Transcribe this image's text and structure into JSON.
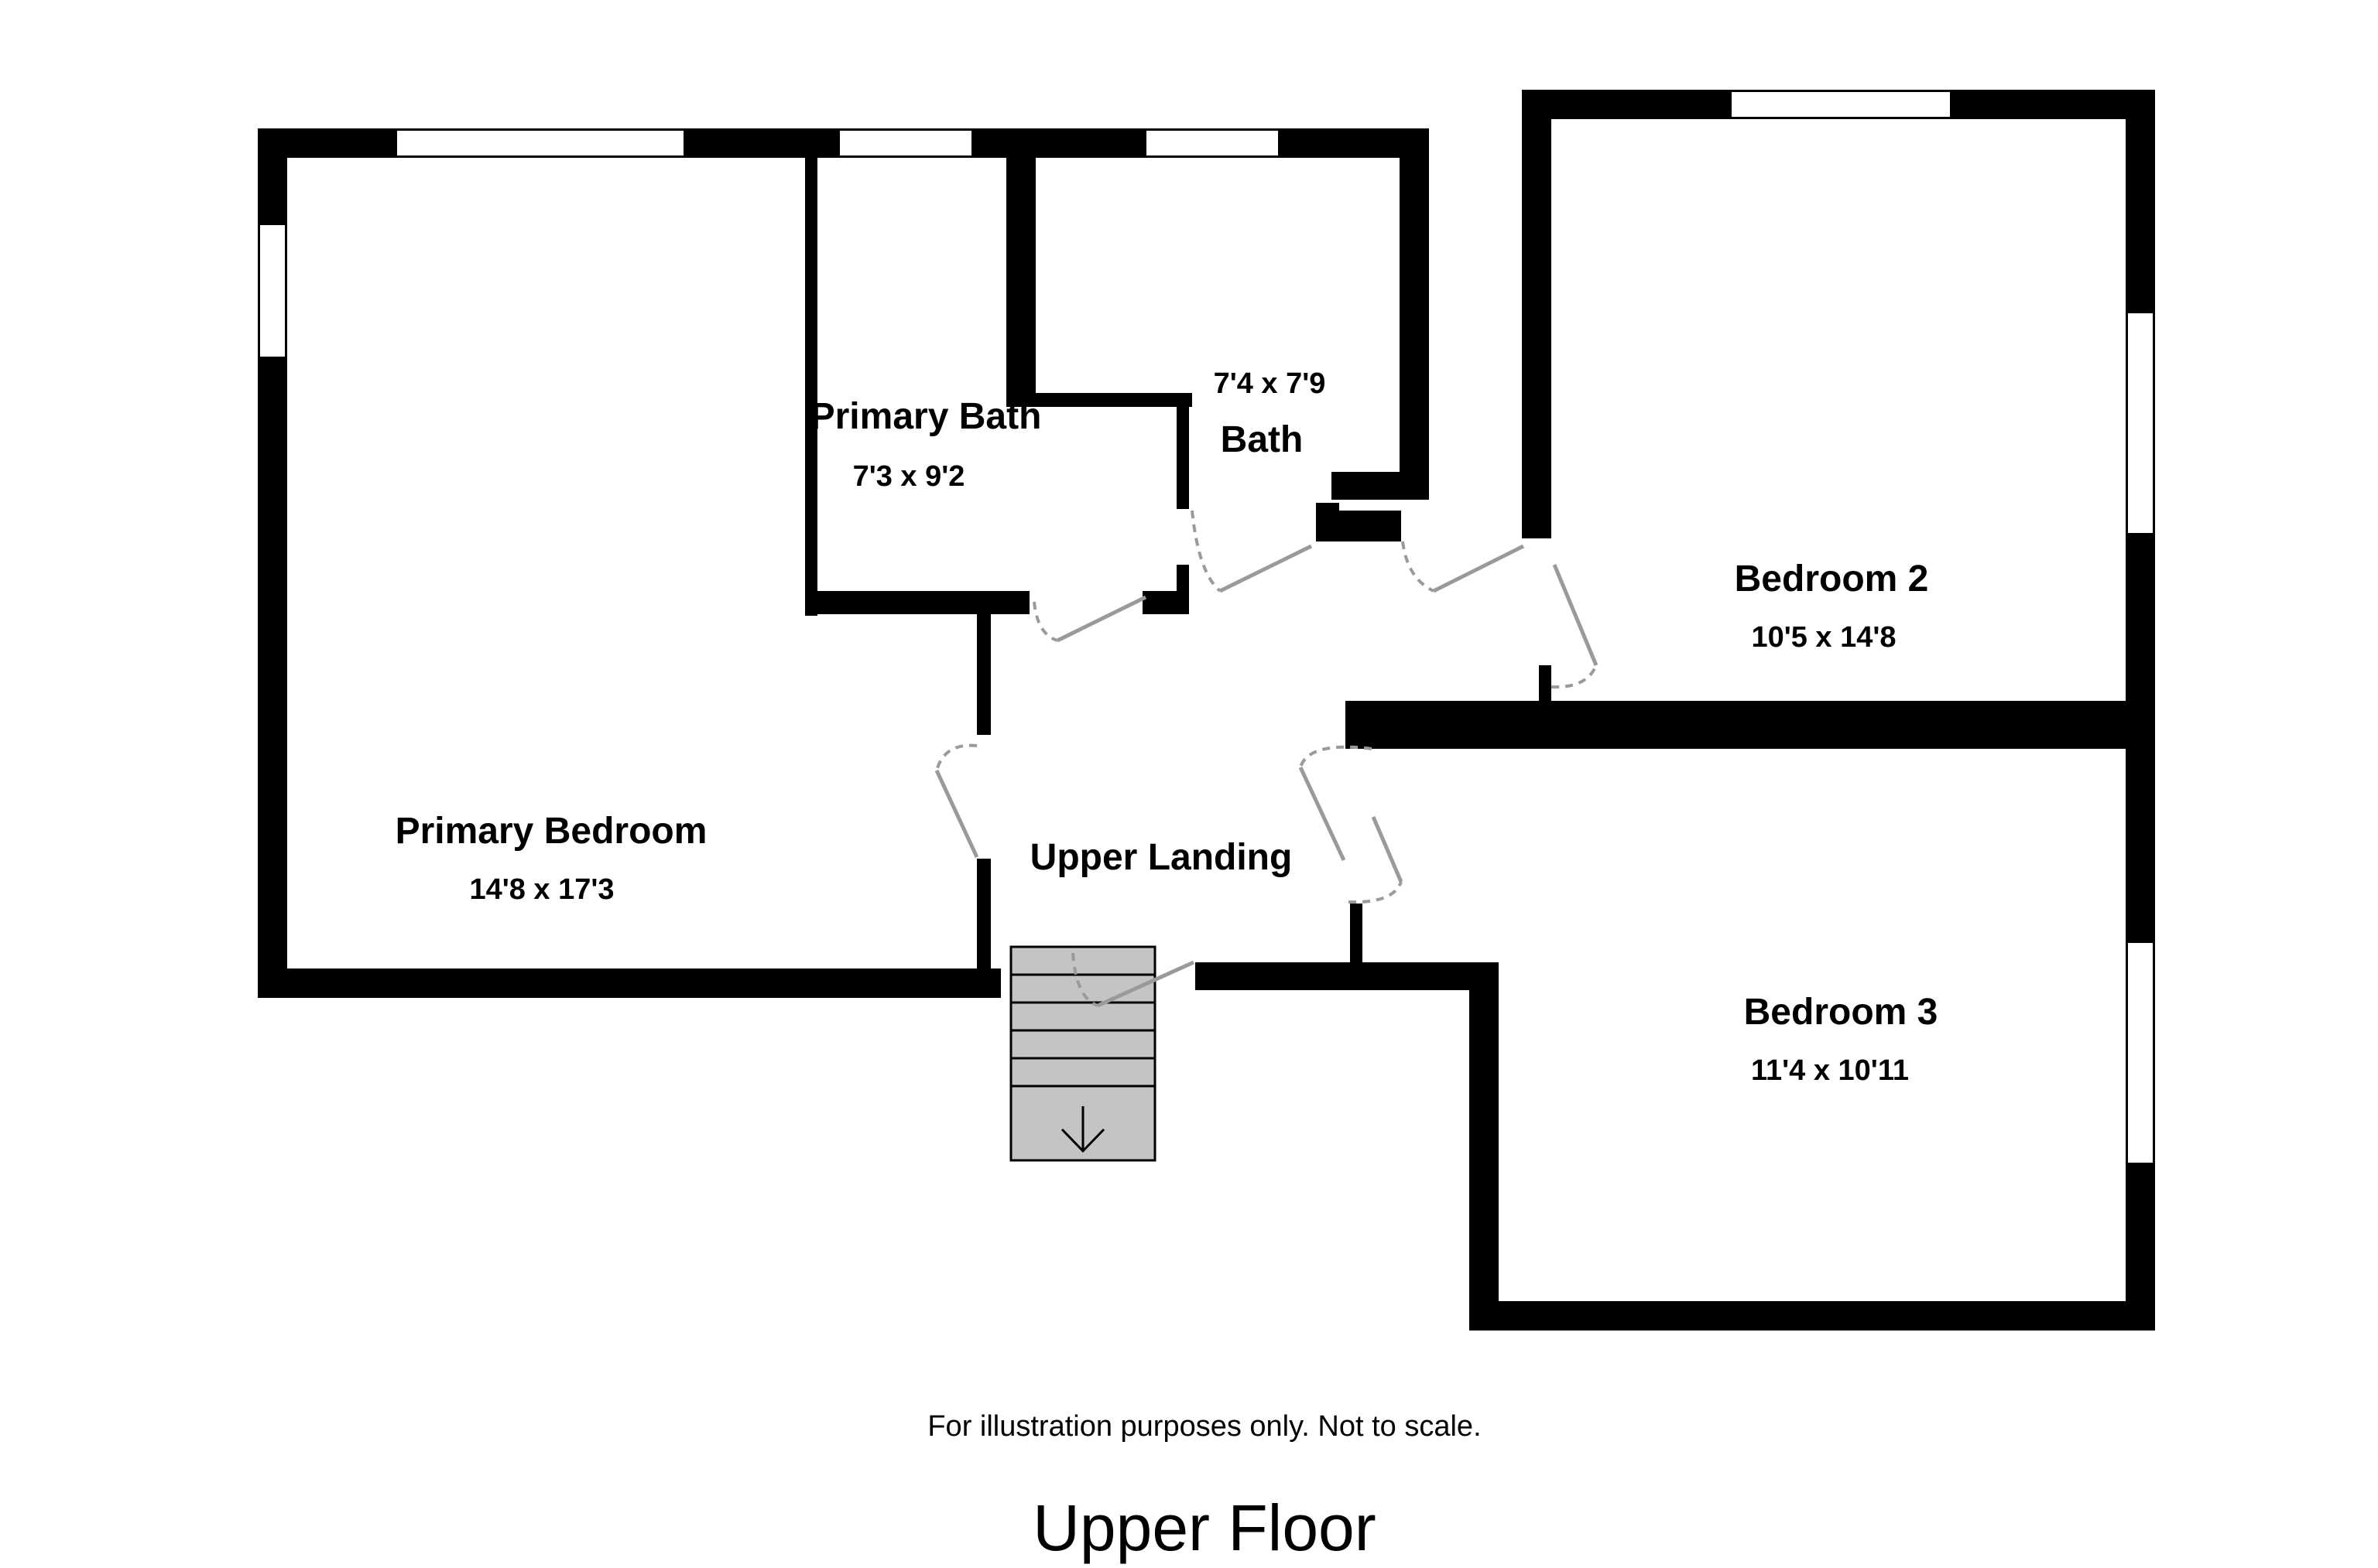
{
  "plan": {
    "rooms": [
      {
        "name": "Primary Bedroom",
        "dims": "14'8 x 17'3"
      },
      {
        "name": "Primary Bath",
        "dims": "7'3 x 9'2"
      },
      {
        "name": "Bath",
        "dims": "7'4 x 7'9"
      },
      {
        "name": "Bedroom 2",
        "dims": "10'5 x 14'8"
      },
      {
        "name": "Upper Landing",
        "dims": ""
      },
      {
        "name": "Bedroom 3",
        "dims": "11'4 x 10'11"
      }
    ],
    "disclaimer": "For illustration purposes only. Not to scale.",
    "floor_title": "Upper Floor",
    "colors": {
      "wall": "#000000",
      "door": "#9a9a9a",
      "stair": "#c4c4c4",
      "background": "#ffffff"
    },
    "stair_icon": "arrow-down-icon"
  }
}
